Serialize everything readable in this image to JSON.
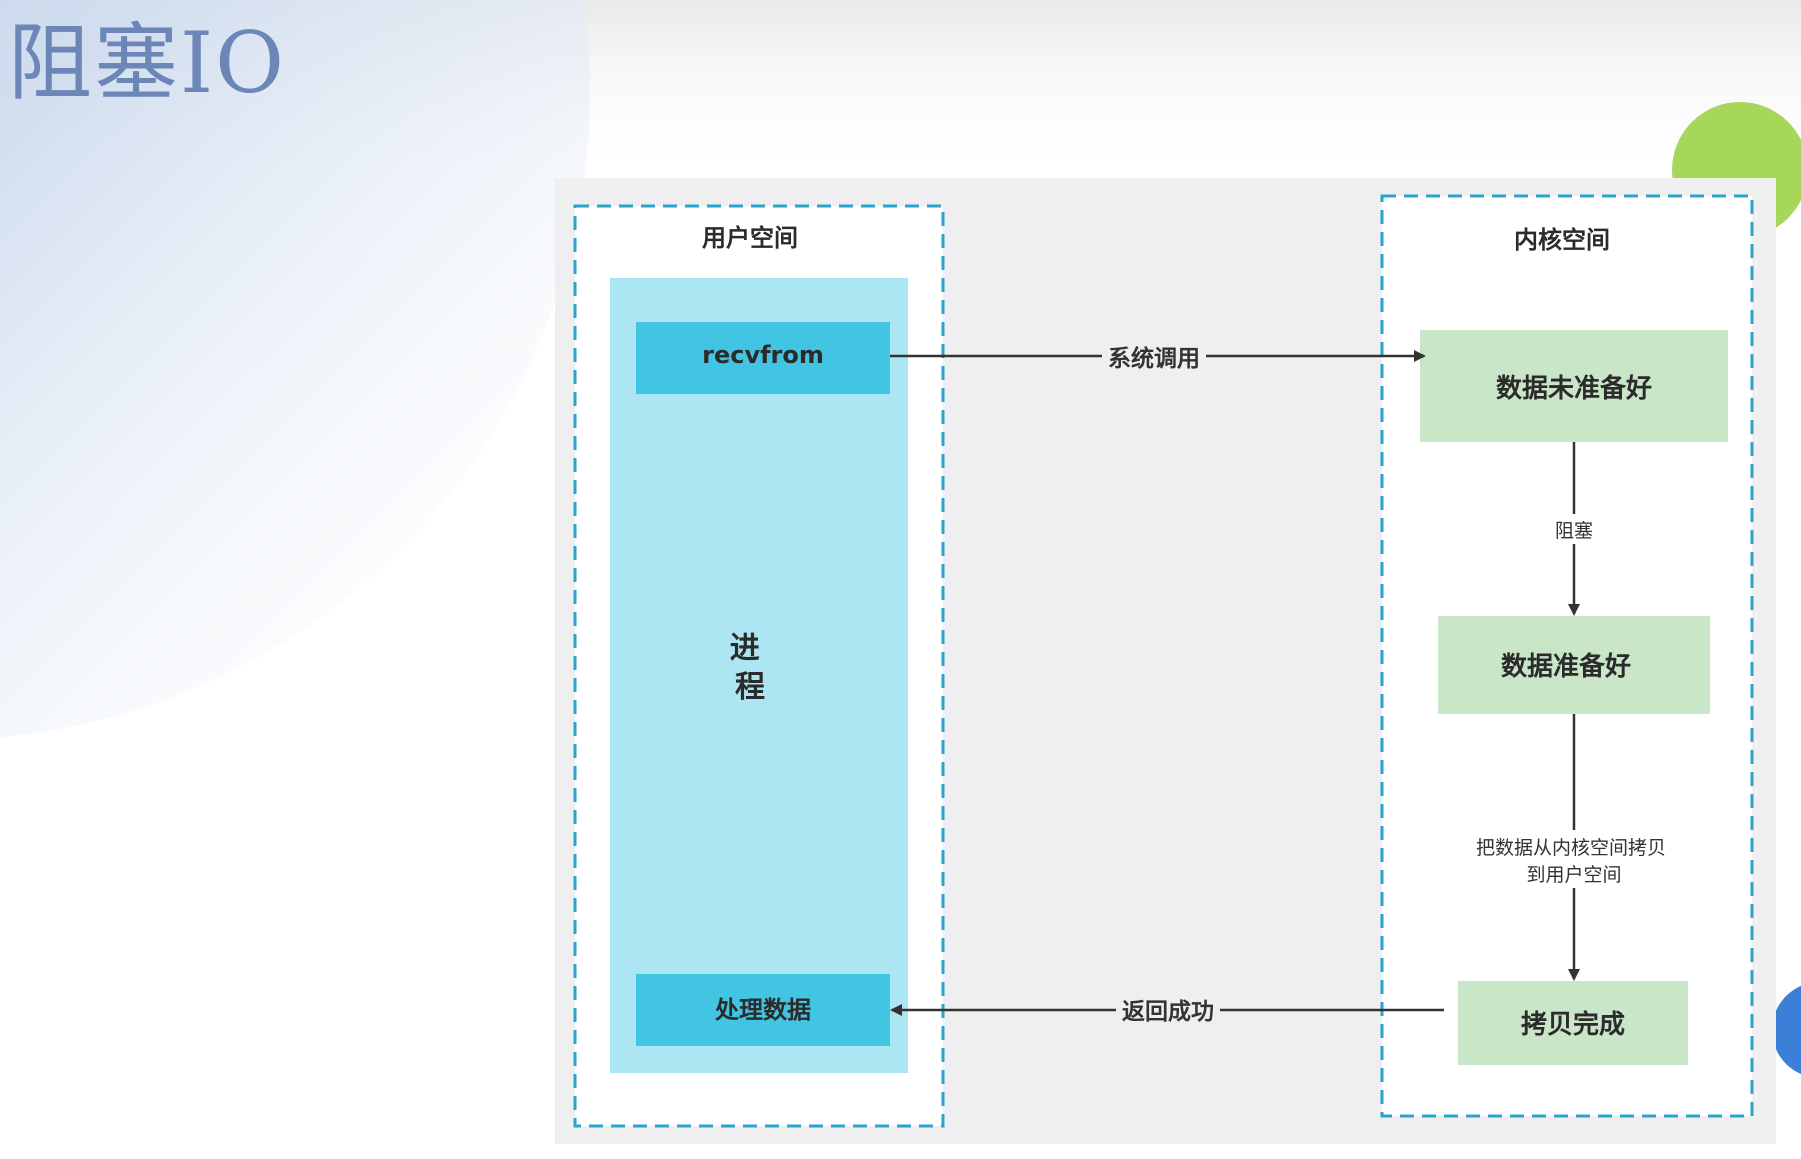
{
  "title": "阻塞IO",
  "colors": {
    "slide_blue_blob": "#a9bfe0",
    "green_circle": "#a6d65a",
    "blue_corner": "#3b7fd6",
    "panel_bg": "#efefef",
    "dashed_border": "#2aa4cc",
    "process_fill": "#ade6f3",
    "user_node_fill": "#42c5e3",
    "kernel_node_fill": "#c9e6c8",
    "arrow": "#333333"
  },
  "diagram": {
    "user_space": {
      "label": "用户空间",
      "process_label": "进\n程",
      "recvfrom_label": "recvfrom",
      "process_data_label": "处理数据"
    },
    "kernel_space": {
      "label": "内核空间",
      "not_ready_label": "数据未准备好",
      "ready_label": "数据准备好",
      "copy_done_label": "拷贝完成"
    },
    "edges": {
      "syscall_label": "系统调用",
      "block_label": "阻塞",
      "copy_label": "把数据从内核空间拷贝\n到用户空间",
      "return_label": "返回成功"
    }
  }
}
